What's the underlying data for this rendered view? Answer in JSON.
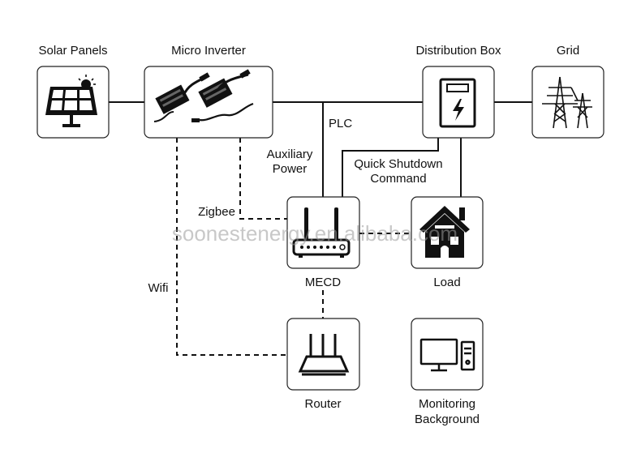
{
  "nodes": {
    "solar_panels": {
      "label": "Solar Panels",
      "icon": "solar-panel-icon"
    },
    "micro_inverter": {
      "label": "Micro Inverter",
      "icon": "micro-inverter-icon"
    },
    "distribution_box": {
      "label": "Distribution Box",
      "icon": "distribution-box-icon"
    },
    "grid": {
      "label": "Grid",
      "icon": "transmission-tower-icon"
    },
    "mecd": {
      "label": "MECD",
      "icon": "router-antenna-icon"
    },
    "load": {
      "label": "Load",
      "icon": "house-icon"
    },
    "router": {
      "label": "Router",
      "icon": "wifi-router-icon"
    },
    "monitoring": {
      "label_line1": "Monitoring",
      "label_line2": "Background",
      "icon": "computer-icon"
    }
  },
  "connections": {
    "plc": "PLC",
    "auxiliary_power_line1": "Auxiliary",
    "auxiliary_power_line2": "Power",
    "quick_shutdown_line1": "Quick Shutdown",
    "quick_shutdown_line2": "Command",
    "zigbee": "Zigbee",
    "wifi": "Wifi"
  },
  "watermark": "soonestenergy.en.alibaba.com",
  "colors": {
    "line": "#111111",
    "box_border": "#222222",
    "watermark": "#9a9a9a"
  }
}
